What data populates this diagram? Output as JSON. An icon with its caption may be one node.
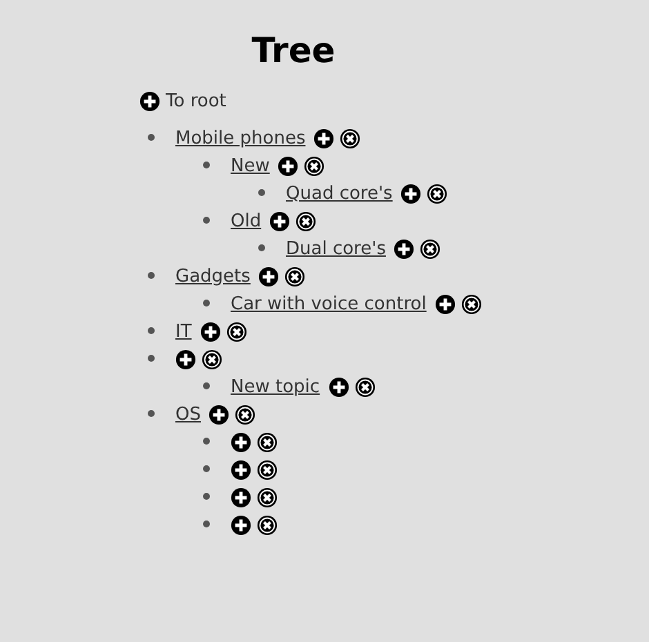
{
  "diagram": {
    "title": "Tree",
    "labels": [
      "To root",
      "Mobile phones",
      "New",
      "Quad core's",
      "Old",
      "Dual core's",
      "Gadgets",
      "Car with voice control",
      "IT",
      "New topic",
      "OS"
    ]
  }
}
